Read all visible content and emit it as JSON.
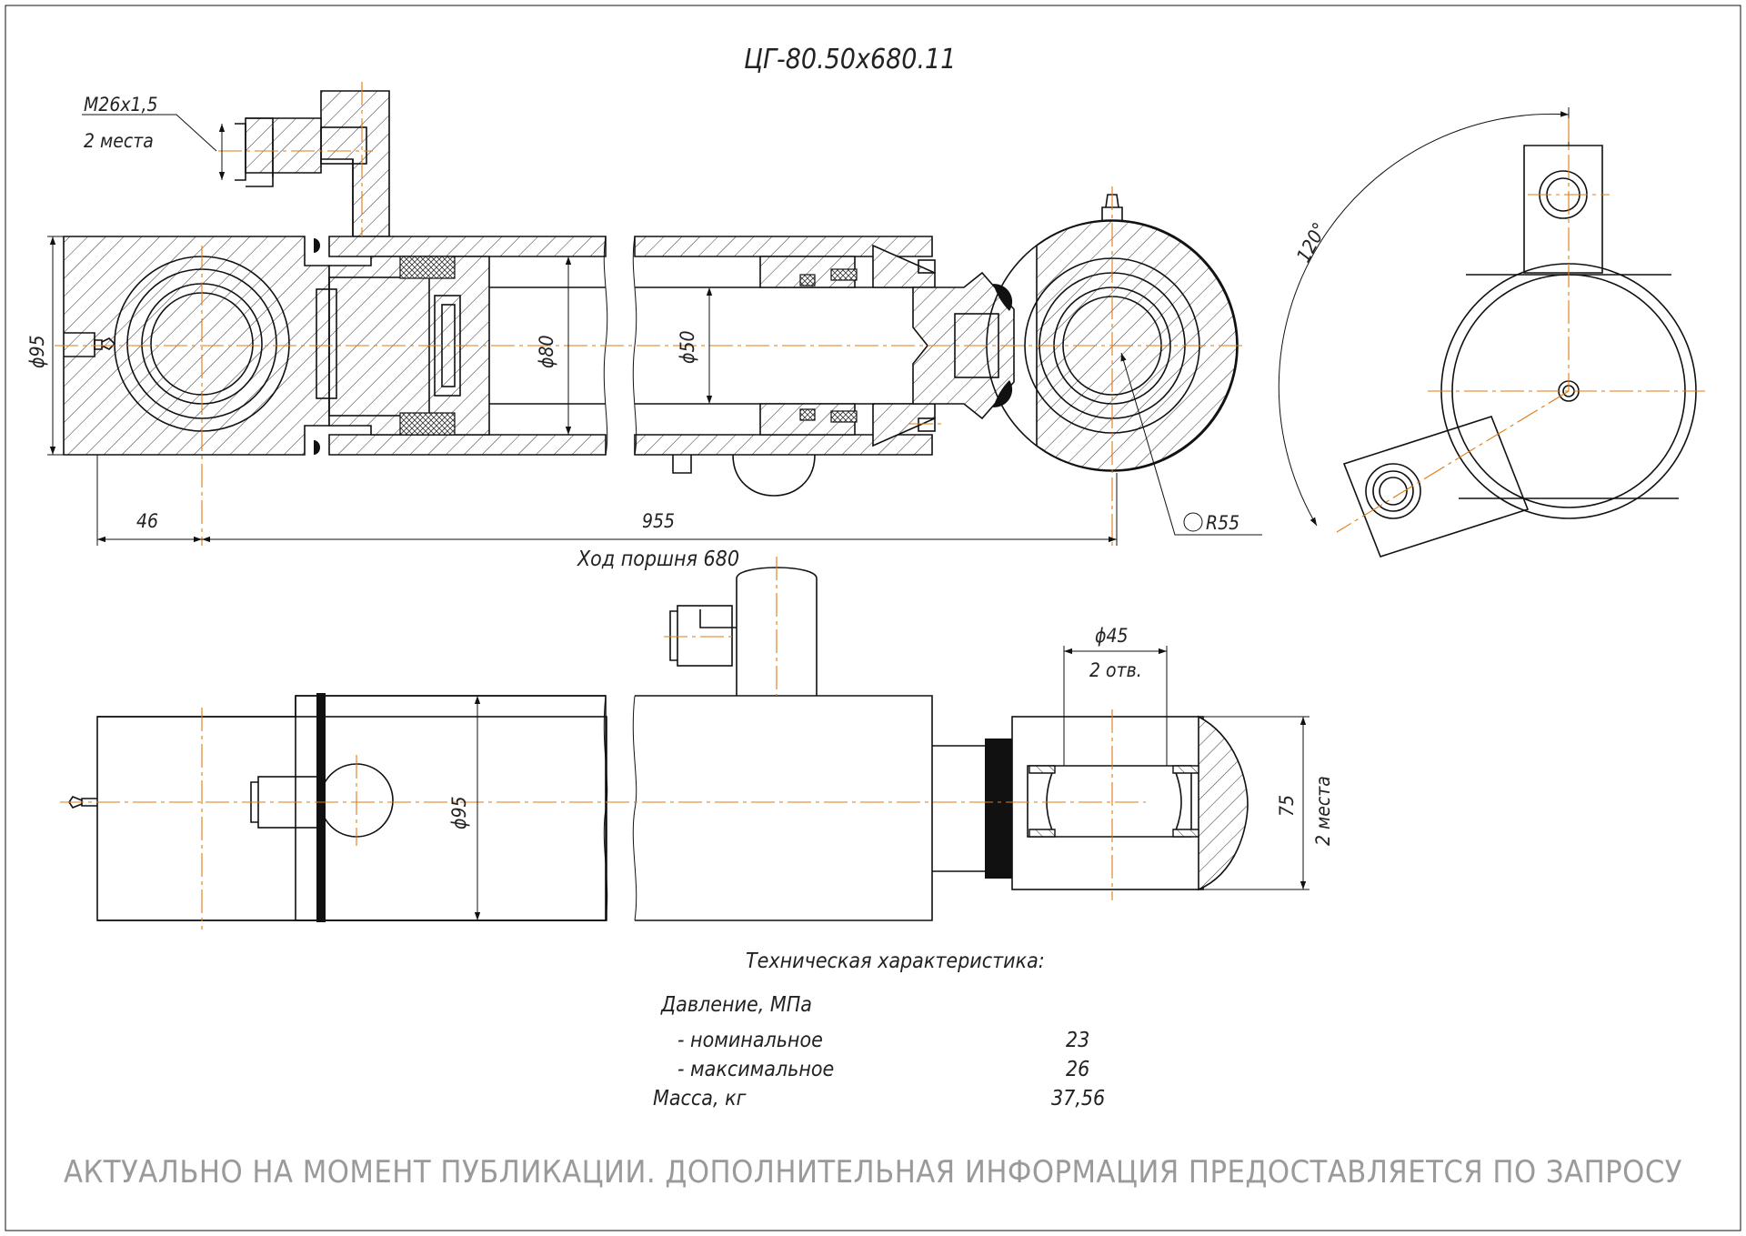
{
  "title": "ЦГ-80.50х680.11",
  "dimensions": {
    "thread": "М26х1,5",
    "thread_places": "2 места",
    "bore_outer": "ϕ95",
    "bore_inner": "ϕ80",
    "rod": "ϕ50",
    "offset": "46",
    "length": "955",
    "stroke": "Ход поршня 680",
    "radius": "R55",
    "angle": "120°",
    "pin_hole": "ϕ45",
    "pin_holes_count": "2 отв.",
    "outer_diameter_front": "ϕ95",
    "eye_width": "75",
    "eye_places": "2 места"
  },
  "specs": {
    "heading": "Техническая характеристика:",
    "pressure_label": "Давление, МПа",
    "nominal_label": "- номинальное",
    "nominal_value": "23",
    "max_label": "- максимальное",
    "max_value": "26",
    "mass_label": "Масса, кг",
    "mass_value": "37,56"
  },
  "footer_note": "АКТУАЛЬНО НА МОМЕНТ ПУБЛИКАЦИИ. ДОПОЛНИТЕЛЬНАЯ ИНФОРМАЦИЯ ПРЕДОСТАВЛЯЕТСЯ ПО ЗАПРОСУ",
  "colors": {
    "axis": "#e07a10",
    "line": "#111111",
    "note": "#9a9a9a"
  }
}
